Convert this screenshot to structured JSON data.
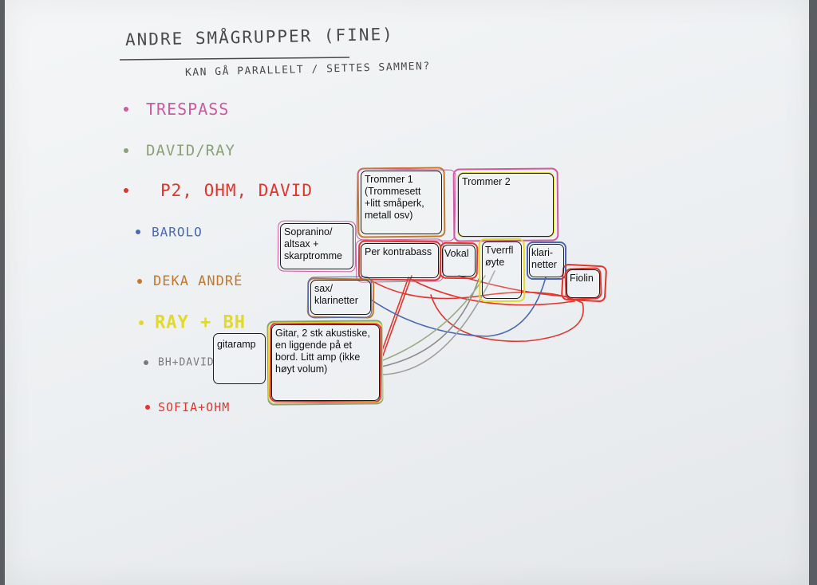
{
  "header": {
    "title": "ANDRE SMÅGRUPPER (FINE)",
    "subtitle": "KAN GÅ PARALLELT / SETTES SAMMEN?"
  },
  "legend": [
    {
      "label": "TRESPASS",
      "color": "#d05aa0"
    },
    {
      "label": "DAVID/RAY",
      "color": "#8ea07a"
    },
    {
      "label": "P2, OHM, DAVID",
      "color": "#e3352c"
    },
    {
      "label": "BAROLO",
      "color": "#4c68b5"
    },
    {
      "label": "DEKA ANDRÉ",
      "color": "#c6772b"
    },
    {
      "label": "RAY + BH",
      "color": "#e2d92a"
    },
    {
      "label": "BH+DAVID",
      "color": "#7a7a7a"
    },
    {
      "label": "SOFIA+OHM",
      "color": "#e3352c"
    }
  ],
  "boxes": {
    "trommer1": "Trommer 1 (Trommesett +litt småperk, metall osv)",
    "trommer2": "Trommer 2",
    "sopranino": "Sopranino/ altsax + skarptromme",
    "per": "Per kontrabass",
    "vokal": "Vokal",
    "tverrfloyte": "Tverrfl øyte",
    "klarinetter": "klari- netter",
    "fiolin": "Fiolin",
    "sax": "sax/ klarinetter",
    "gitaramp": "gitaramp",
    "gitar": "Gitar, 2 stk akustiske, en liggende på et bord. Litt amp (ikke høyt volum)"
  },
  "colors": {
    "pink": "#d05aa0",
    "green": "#8ea07a",
    "red": "#e3352c",
    "blue": "#4c68b5",
    "orange": "#c6772b",
    "yellow": "#e2d92a",
    "grey": "#8c8c8c"
  }
}
